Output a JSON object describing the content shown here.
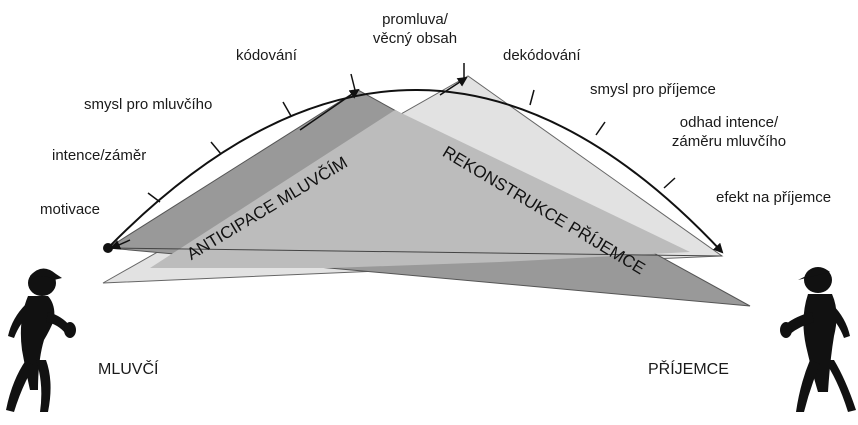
{
  "labels": {
    "motivace": "motivace",
    "intence": "intence/záměr",
    "smysl_mluvciho": "smysl pro mluvčího",
    "kodovani": "kódování",
    "promluva_line1": "promluva/",
    "promluva_line2": "věcný obsah",
    "dekodovani": "dekódování",
    "smysl_prijemce": "smysl pro příjemce",
    "odhad_line1": "odhad intence/",
    "odhad_line2": "záměru mluvčího",
    "efekt": "efekt na příjemce"
  },
  "triangles": {
    "anticipace": "ANTICIPACE MLUVČÍM",
    "rekonstrukce": "REKONSTRUKCE PŘÍJEMCE"
  },
  "roles": {
    "speaker": "MLUVČÍ",
    "receiver": "PŘÍJEMCE"
  },
  "colors": {
    "dark_triangle": "#8c8c8c",
    "light_triangle": "#d9d9d9",
    "mid_triangle": "#b8b8b8",
    "ink": "#111111"
  }
}
